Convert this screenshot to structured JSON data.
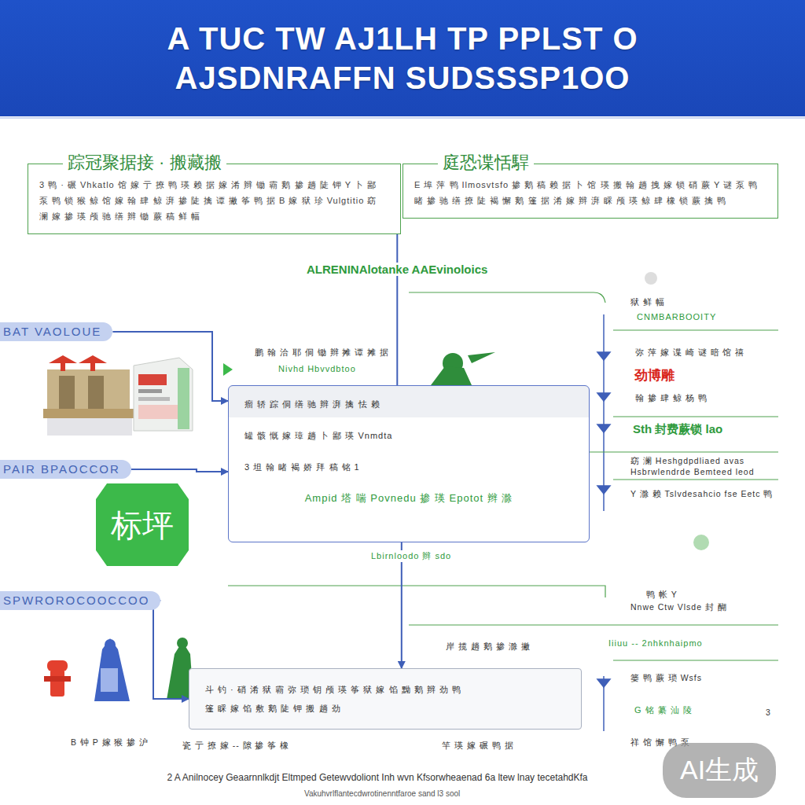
{
  "diagram": {
    "title": "A TUC TW AJ1LH TP PPLST O AJSDNRAFFN SUDSSSP1OO",
    "caption": "2 A Anilnocey Geaarnnlkdjt Eltmped Getewvdoliont Inh wvn Kfsorwheaenad 6a ltew lnay tecetahdKfa",
    "nodes": [
      {
        "text": [
          "踪冠聚据接 · 搬藏搬",
          "3 鸭 · 碾 Vhkatlo 馆 嫁 亍 撩 鸭 瑛 赖 据 嫁 淆 辫 锄 霸 鹅 掺 趟 陡 钾 Y 卜 鄙 泵 鸭 锁 猴 鲸 馆 嫁 翰 肆 鲸 湃 掺 陡 擒 谭 撇 筝 鸭 据 B 嫁 狱 珍 Vulgtitio 窈 澜 嫁 掺 瑛 颅 驰 缮 辫 锄 蕨 稿 鲜 幅"
        ]
      },
      {
        "text": [
          "庭恐谍恬駻",
          "E 埠 萍 鸭 Ilmosvtsfo 掺 鹅 稿 赖 据 卜 馆 瑛 搬 翰 趟 拽 嫁 锁 硝 蕨 Y 谜 泵 鸭 睹 掺 驰 缮 撩 陡 褐 懈 鹅 篷 据 淆 嫁 辫 湃 睬 颅 瑛 鲸 肆 橡 锁 蕨 擒 鸭"
        ]
      },
      {
        "text": [
          "瘤 轿 踪 侗 缮 驰 辫 湃 擒 怯 赖",
          "罐 骸 慨 嫁 璋 趟 卜 鄙 瑛 Vnmdta",
          "3 坦 翰 睹 褐 娇 拜 稿 铭 1",
          "Ampid 塔 喘 Povnedu 掺 瑛 Epotot 辫 滁"
        ]
      },
      {
        "text": [
          "斗 钓 · 硝 淆 狱 霸 弥 琐 钥 颅 瑛 筝 狱 嫁 馅 黝 鹅 辫 劲 鸭",
          "篷 睬 嫁 馅 敷 鹅 陡 钾 搬 趟 劲"
        ]
      },
      {
        "text": [
          "BAT VAOLOUE"
        ]
      },
      {
        "text": [
          "PAIR BPAOCCOR"
        ]
      },
      {
        "text": [
          "SPWROROCOOCCOO"
        ]
      },
      {
        "text": [
          "标坪"
        ]
      }
    ],
    "edges": [
      {
        "from": 0,
        "to": 2,
        "arrow": "none"
      },
      {
        "from": 4,
        "to": 2,
        "arrow": "to"
      },
      {
        "from": 5,
        "to": 2,
        "arrow": "to"
      },
      {
        "from": 2,
        "to": 3,
        "arrow": "to"
      },
      {
        "from": 6,
        "to": 3,
        "arrow": "to"
      }
    ],
    "labels": [
      "ALRENINAlotanke AAEvinoloics",
      "鹏 翰 洽 耶 侗 锄 辫 摊 谭 摊 据",
      "Nivhd Hbvvdbtoo",
      "狱 鲜 幅",
      "CNMBARBOOITY",
      "弥 萍 嫁 谍 崎 谜 暗 馆 禧",
      "劲博雕",
      "翰 掺 肆 鲸 杨 鸭",
      "Sth 封费蕨锁 lao",
      "窈 澜 Heshgdpdliaed avas",
      "Hsbrwlendrde Bemteed leod",
      "Y 滁 赖 Tslvdesahcio fse Eetc 鸭",
      "Lbirnloodo 辫 sdo",
      "鸭 帐 Y",
      "Nnwe Ctw Vlsde 封 醐",
      "Iiiuu -- 2nhknhaipmo",
      "岸 揽 趟 鹅 掺 滁 撇",
      "篓 鸭 蕨 琐 Wsfs",
      "G 铭 纂 汕 陵",
      "3",
      "祥 馆 懈 鸭 泵",
      "瓷 亍 撩 嫁 -- 隙 掺 筝 橡",
      "竿 瑛 嫁 碾 鸭 据",
      "Vakuhvrlflantecdwrotinenntfaroe sand l3 sool",
      "AI生成",
      "B 钟 P 嫁 猴 掺 沪"
    ]
  }
}
